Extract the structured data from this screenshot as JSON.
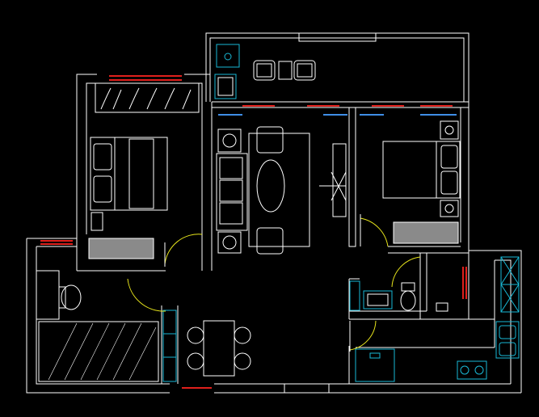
{
  "diagram": {
    "kind": "architectural floor plan (CAD drawing)",
    "background_color": "#000000",
    "colors": {
      "walls": "#ffffff",
      "fixtures_cyan": "#19b9d6",
      "door_swings": "#e8e61c",
      "windows_red": "#e0201c",
      "windows_blue": "#3f8ee6",
      "fill_gray": "#8a8a8a"
    },
    "rooms": [
      "balcony",
      "bedroom-left",
      "living-room",
      "bedroom-right",
      "dining-area",
      "bathroom-left",
      "bathroom-right",
      "kitchen",
      "laundry-utility"
    ],
    "text_labels": []
  }
}
